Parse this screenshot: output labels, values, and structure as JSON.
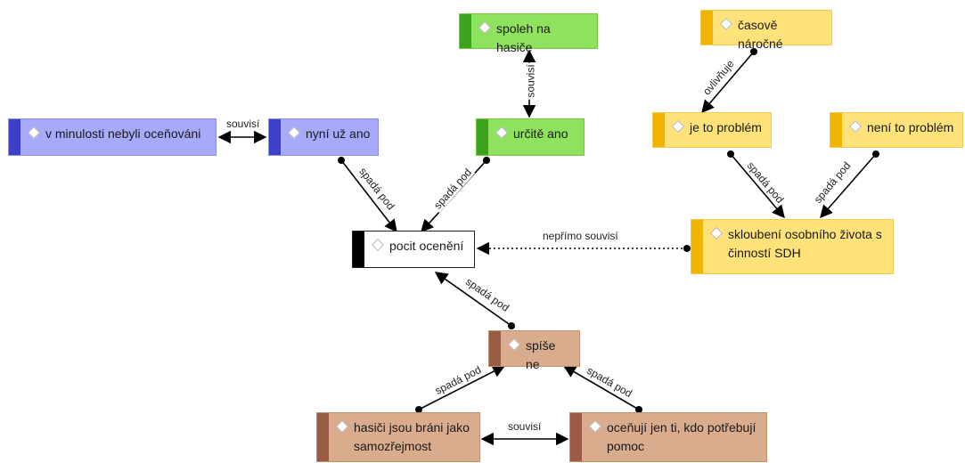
{
  "nodes": {
    "v_minulosti": "v minulosti nebyli oceňováni",
    "nyni_uz_ano": "nyní už ano",
    "spoleh": "spoleh na hasiče",
    "urcite_ano": "určitě ano",
    "casove": "časově náročné",
    "je_to_problem": "je to problém",
    "neni_to_problem": "není to problém",
    "pocit_oceneni": "pocit ocenění",
    "skloubeni": "skloubení osobního života s činností SDH",
    "spise_ne": "spíše ne",
    "hasici": "hasiči jsou bráni jako samozřejmost",
    "oceňuji": "oceňují jen ti, kdo potřebují pomoc"
  },
  "edges": {
    "souvisi": "souvisí",
    "spada_pod": "spadá pod",
    "ovlivnuje": "ovlivňuje",
    "neprimo_souvisi": "nepřímo souvisí"
  },
  "colors": {
    "blue": "#a7a9f9",
    "green": "#8fe25d",
    "yellow": "#ffe27a",
    "brown": "#d8ac8c",
    "white": "#ffffff",
    "edge": "#000000"
  },
  "icons": [
    "diamond-icon"
  ]
}
